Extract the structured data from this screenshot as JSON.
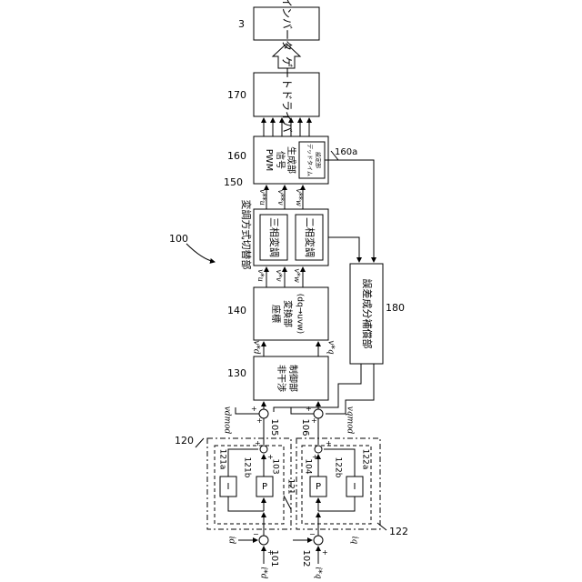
{
  "blocks": {
    "inverter": {
      "ref": "3",
      "label": "インバータ"
    },
    "gate_driver": {
      "ref": "170",
      "label": "ゲートドライバ"
    },
    "pwm": {
      "ref": "160",
      "label_line1": "PWM",
      "label_line2": "信号",
      "label_line3": "生成部"
    },
    "deadtime": {
      "ref": "160a",
      "label_line1": "デッドタイム",
      "label_line2": "設定部"
    },
    "mod_switch": {
      "ref": "150",
      "label": "変調方式切替部"
    },
    "three_phase": {
      "label": "三相変調"
    },
    "two_phase": {
      "label": "二相変調"
    },
    "coord": {
      "ref": "140",
      "label_line1": "座標",
      "label_line2": "変換部",
      "label_line3": "(dq→uvw)"
    },
    "decouple": {
      "ref": "130",
      "label_line1": "非干渉",
      "label_line2": "制御部"
    },
    "error_comp": {
      "ref": "180",
      "label": "誤差成分補償部"
    },
    "pi_d": {
      "ref": "120",
      "i_label": "I",
      "p_label": "P",
      "i_ref": "121a",
      "p_ref": "121b"
    },
    "pi_q": {
      "ref": "122",
      "i_label": "I",
      "p_label": "P",
      "i_ref": "122a",
      "p_ref": "122b"
    }
  },
  "refs": {
    "system": "100",
    "pi_d_box": "121",
    "sum_101": "101",
    "sum_102": "102",
    "sum_103": "103",
    "sum_104": "104",
    "sum_105": "105",
    "sum_106": "106"
  },
  "signals": {
    "id_star": "i*d",
    "id": "id",
    "iq_star": "i*q",
    "iq": "iq",
    "vd_mod": "vdmod",
    "vq_mod": "vqmod",
    "vd_star": "v*d",
    "vq_star": "v*q",
    "vu_star": "v*u",
    "vv_star": "v*v",
    "vw_star": "v*w",
    "vu_star2": "v**u",
    "vv_star2": "v**v",
    "vw_star2": "v**w"
  },
  "signs": {
    "plus": "+",
    "minus": "−"
  }
}
